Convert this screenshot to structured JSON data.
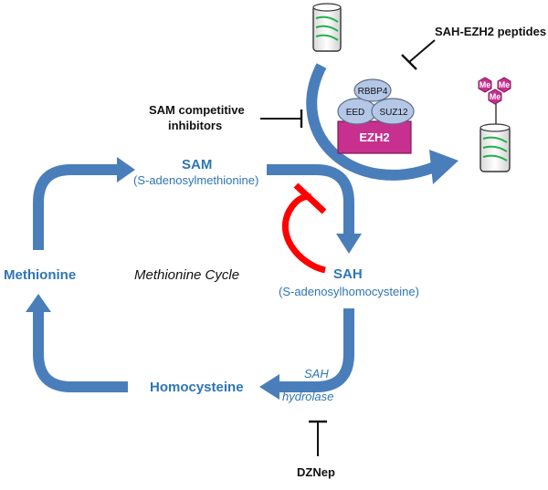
{
  "cycle": {
    "sam": "SAM",
    "sam_full": "(S-adenosylmethionine)",
    "sah": "SAH",
    "sah_full": "(S-adenosylhomocysteine)",
    "homocysteine": "Homocysteine",
    "methionine": "Methionine",
    "cycle_name": "Methionine Cycle",
    "enzyme_line1": "SAH",
    "enzyme_line2": "hydrolase"
  },
  "inhibitors": {
    "sam_competitive_line1": "SAM competitive",
    "sam_competitive_line2": "inhibitors",
    "peptides": "SAH-EZH2 peptides",
    "dznep": "DZNep"
  },
  "complex": {
    "rbbp4": "RBBP4",
    "eed": "EED",
    "suz12": "SUZ12",
    "ezh2": "EZH2"
  },
  "methyl": {
    "me1": "Me",
    "me2": "Me",
    "me3": "Me"
  },
  "colors": {
    "arrow_blue": "#4A7EBB",
    "text_blue": "#2E75B6",
    "feedback_red": "#FF0000",
    "ezh2_magenta": "#C7308F",
    "subunit_lightblue": "#B4C7E7",
    "dna_green": "#22B14C"
  }
}
